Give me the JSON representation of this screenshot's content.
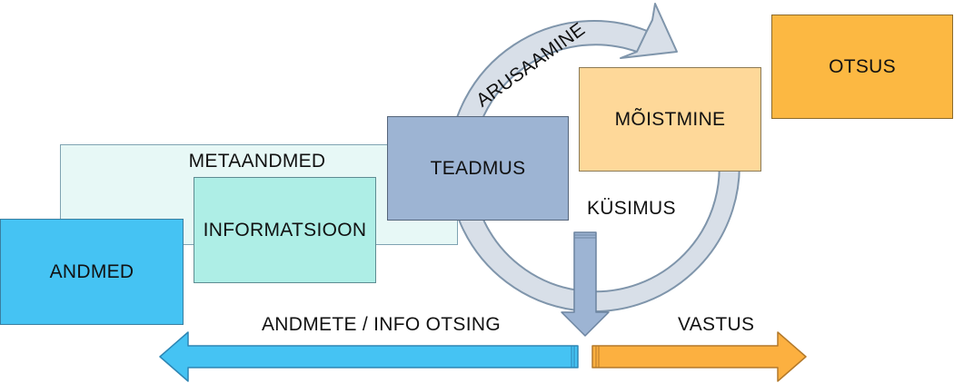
{
  "diagram": {
    "nodes": {
      "metadata": "METAANDMED",
      "data": "ANDMED",
      "information": "INFORMATSIOON",
      "knowledge": "TEADMUS",
      "understanding": "MÕISTMINE",
      "decision": "OTSUS"
    },
    "cycle": {
      "top_label": "ARUSAAMINE",
      "question_label": "KÜSIMUS"
    },
    "timeline": {
      "search_label": "ANDMETE / INFO OTSING",
      "answer_label": "VASTUS"
    }
  },
  "colors": {
    "metadata": "#e7f8f6",
    "data": "#45c3f3",
    "information": "#aeeee6",
    "knowledge": "#9db4d3",
    "understanding": "#fed899",
    "decision": "#fcb842",
    "search_arrow": "#45c3f3",
    "answer_arrow": "#fcb040",
    "cycle": "#d8dfe8",
    "down_arrow": "#9db4d3"
  }
}
